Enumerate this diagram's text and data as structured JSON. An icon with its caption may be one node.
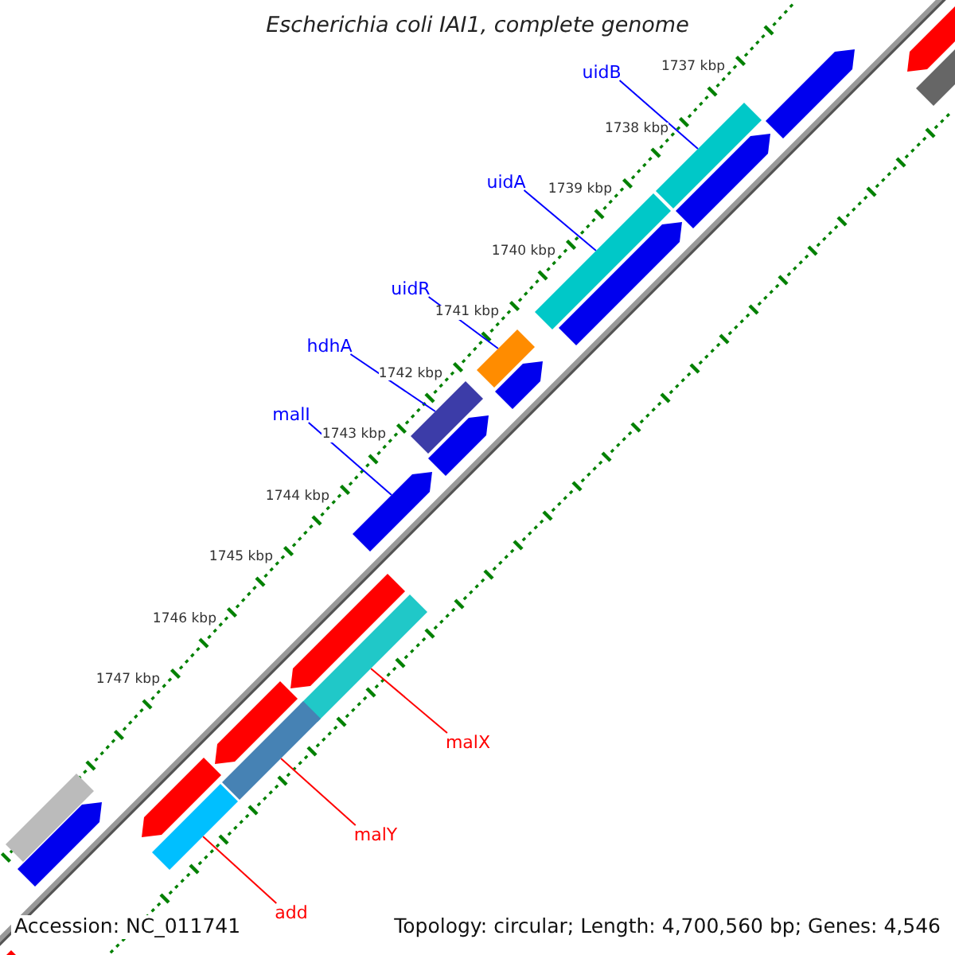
{
  "diagram": {
    "title": "Escherichia coli IAI1, complete genome",
    "nodes": [
      {
        "text": [
          "uidB"
        ]
      },
      {
        "text": [
          "uidA"
        ]
      },
      {
        "text": [
          "uidR"
        ]
      },
      {
        "text": [
          "hdhA"
        ]
      },
      {
        "text": [
          "malI"
        ]
      },
      {
        "text": [
          "malX"
        ]
      },
      {
        "text": [
          "malY"
        ]
      },
      {
        "text": [
          "add"
        ]
      },
      {
        "text": [],
        "shape": "arrow"
      },
      {
        "text": [],
        "shape": "bar"
      },
      {
        "text": [],
        "shape": "arrow"
      },
      {
        "text": [],
        "shape": "bar"
      },
      {
        "text": [],
        "shape": "arrow"
      },
      {
        "text": [],
        "shape": "bar"
      },
      {
        "text": [],
        "shape": "arrow"
      },
      {
        "text": [],
        "shape": "bar"
      },
      {
        "text": [],
        "shape": "arrow"
      },
      {
        "text": [],
        "shape": "bar"
      },
      {
        "text": [],
        "shape": "arrow"
      },
      {
        "text": [],
        "shape": "arrow"
      },
      {
        "text": [],
        "shape": "arrow"
      },
      {
        "text": [],
        "shape": "bar"
      },
      {
        "text": [],
        "shape": "arrow"
      },
      {
        "text": [],
        "shape": "bar"
      },
      {
        "text": [],
        "shape": "arrow"
      },
      {
        "text": [],
        "shape": "bar"
      },
      {
        "text": [],
        "shape": "bar"
      },
      {
        "text": [],
        "shape": "arrow"
      },
      {
        "text": [],
        "shape": "arrow"
      }
    ],
    "edges": [
      {
        "from": 0,
        "to": 11,
        "arrow": "none",
        "color": "#0000ff"
      },
      {
        "from": 1,
        "to": 13,
        "arrow": "none",
        "color": "#0000ff"
      },
      {
        "from": 2,
        "to": 15,
        "arrow": "none",
        "color": "#0000ff"
      },
      {
        "from": 3,
        "to": 17,
        "arrow": "none",
        "color": "#0000ff"
      },
      {
        "from": 4,
        "to": 19,
        "arrow": "none",
        "color": "#0000ff"
      },
      {
        "from": 5,
        "to": 21,
        "arrow": "none",
        "color": "#ff0000"
      },
      {
        "from": 6,
        "to": 23,
        "arrow": "none",
        "color": "#ff0000"
      },
      {
        "from": 7,
        "to": 26,
        "arrow": "none",
        "color": "#ff0000"
      }
    ],
    "labels": [
      "1737 kbp",
      "1738 kbp",
      "1739 kbp",
      "1740 kbp",
      "1741 kbp",
      "1742 kbp",
      "1743 kbp",
      "1744 kbp",
      "1745 kbp",
      "1746 kbp",
      "1747 kbp",
      "Accession: NC_011741",
      "Topology: circular; Length: 4,700,560 bp; Genes: 4,546"
    ]
  }
}
